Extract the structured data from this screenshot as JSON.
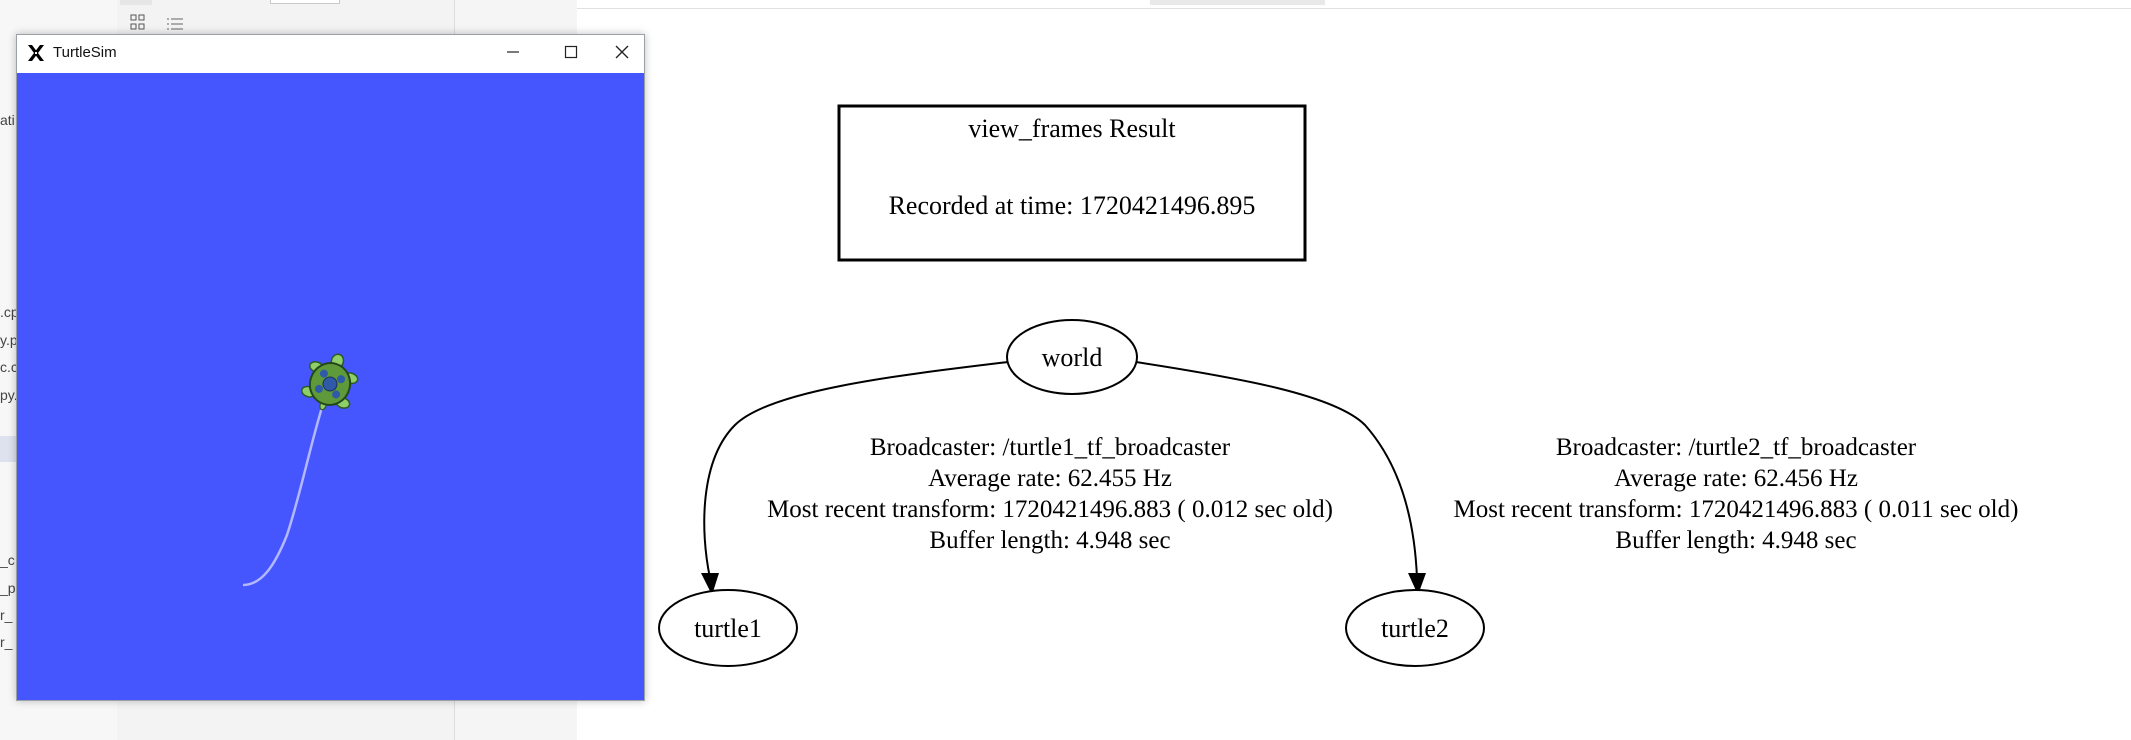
{
  "background": {
    "left_fragments": [
      "ati",
      ".cp",
      "y.p",
      "c.c",
      "py.",
      "_c",
      "_p",
      "r_",
      "r_"
    ],
    "toolbar_icons": [
      "grid-icon",
      "list-icon"
    ]
  },
  "turtlesim": {
    "title": "TurtleSim",
    "canvas_color": "#4556ff",
    "trail_color": "#b3b8ff",
    "icons": {
      "app": "x-logo-icon",
      "minimize": "minimize-icon",
      "maximize": "maximize-icon",
      "close": "close-icon"
    }
  },
  "graph": {
    "header_title": "view_frames Result",
    "header_time": "Recorded at time: 1720421496.895",
    "nodes": {
      "world": "world",
      "turtle1": "turtle1",
      "turtle2": "turtle2"
    },
    "edges": [
      {
        "from": "world",
        "to": "turtle1",
        "lines": [
          "Broadcaster: /turtle1_tf_broadcaster",
          "Average rate: 62.455 Hz",
          "Most recent transform: 1720421496.883 ( 0.012 sec old)",
          "Buffer length: 4.948 sec"
        ]
      },
      {
        "from": "world",
        "to": "turtle2",
        "lines": [
          "Broadcaster: /turtle2_tf_broadcaster",
          "Average rate: 62.456 Hz",
          "Most recent transform: 1720421496.883 ( 0.011 sec old)",
          "Buffer length: 4.948 sec"
        ]
      }
    ]
  }
}
